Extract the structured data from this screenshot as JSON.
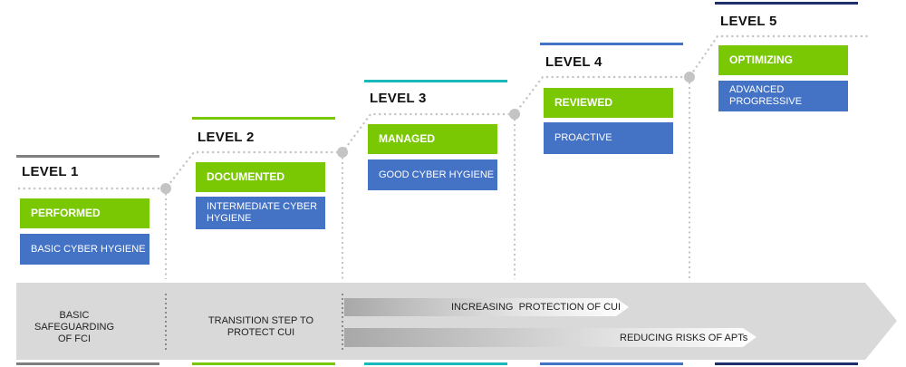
{
  "colors": {
    "green": "#7ac804",
    "blue": "#4472c4",
    "level1_bar": "#7f7f7f",
    "level2_bar": "#7ac804",
    "level3_bar": "#1ab8b8",
    "level4_bar": "#4472c4",
    "level5_bar": "#1f2f6b",
    "arrow": "#d9d9d9",
    "path": "#c8c8c8"
  },
  "levels": [
    {
      "title": "LEVEL 1",
      "practice": "PERFORMED",
      "description": "BASIC CYBER HYGIENE"
    },
    {
      "title": "LEVEL 2",
      "practice": "DOCUMENTED",
      "description": "INTERMEDIATE CYBER HYGIENE"
    },
    {
      "title": "LEVEL 3",
      "practice": "MANAGED",
      "description": "GOOD CYBER HYGIENE"
    },
    {
      "title": "LEVEL 4",
      "practice": "REVIEWED",
      "description": "PROACTIVE"
    },
    {
      "title": "LEVEL 5",
      "practice": "OPTIMIZING",
      "description": "ADVANCED PROGRESSIVE"
    }
  ],
  "arrow": {
    "segment1": "BASIC SAFEGUARDING OF FCI",
    "segment2": "TRANSITION STEP TO PROTECT CUI",
    "increasing": "INCREASING  PROTECTION OF CUI",
    "reducing": "REDUCING RISKS OF APTs"
  }
}
